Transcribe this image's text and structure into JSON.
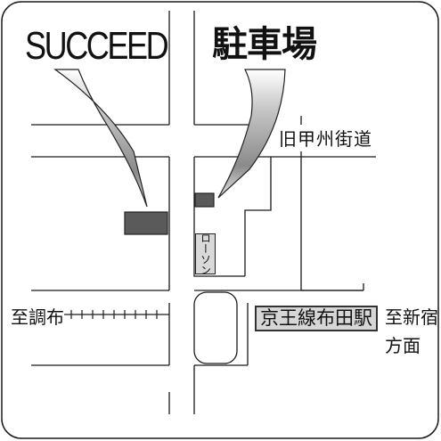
{
  "map": {
    "labels": {
      "succeed": "SUCCEED",
      "parking": "駐車場",
      "street": "旧甲州街道",
      "lawson": "ローソン",
      "to_west": "至調布",
      "station": "京王線布田駅",
      "to_east_line1": "至新宿",
      "to_east_line2": "方面"
    },
    "colors": {
      "road_line": "#1a1a1a",
      "marker_fill": "#5a5a5a",
      "callout_gray": "#a6a6a6",
      "station_fill": "#d6d6d6",
      "lawson_fill": "#d9d9d9"
    }
  }
}
